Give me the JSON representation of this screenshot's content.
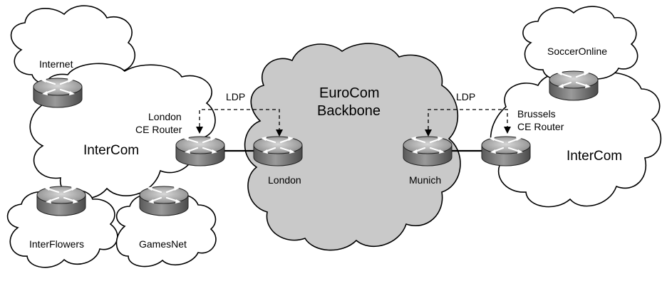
{
  "clouds": {
    "internet": "Internet",
    "intercom_left": "InterCom",
    "interflowers": "InterFlowers",
    "gamesnet": "GamesNet",
    "backbone_line1": "EuroCom",
    "backbone_line2": "Backbone",
    "socceronline": "SoccerOnline",
    "intercom_right": "InterCom"
  },
  "routers": {
    "london_ce_line1": "London",
    "london_ce_line2": "CE Router",
    "london_pe": "London",
    "munich_pe": "Munich",
    "brussels_ce_line1": "Brussels",
    "brussels_ce_line2": "CE Router"
  },
  "ldp": {
    "left": "LDP",
    "right": "LDP"
  }
}
